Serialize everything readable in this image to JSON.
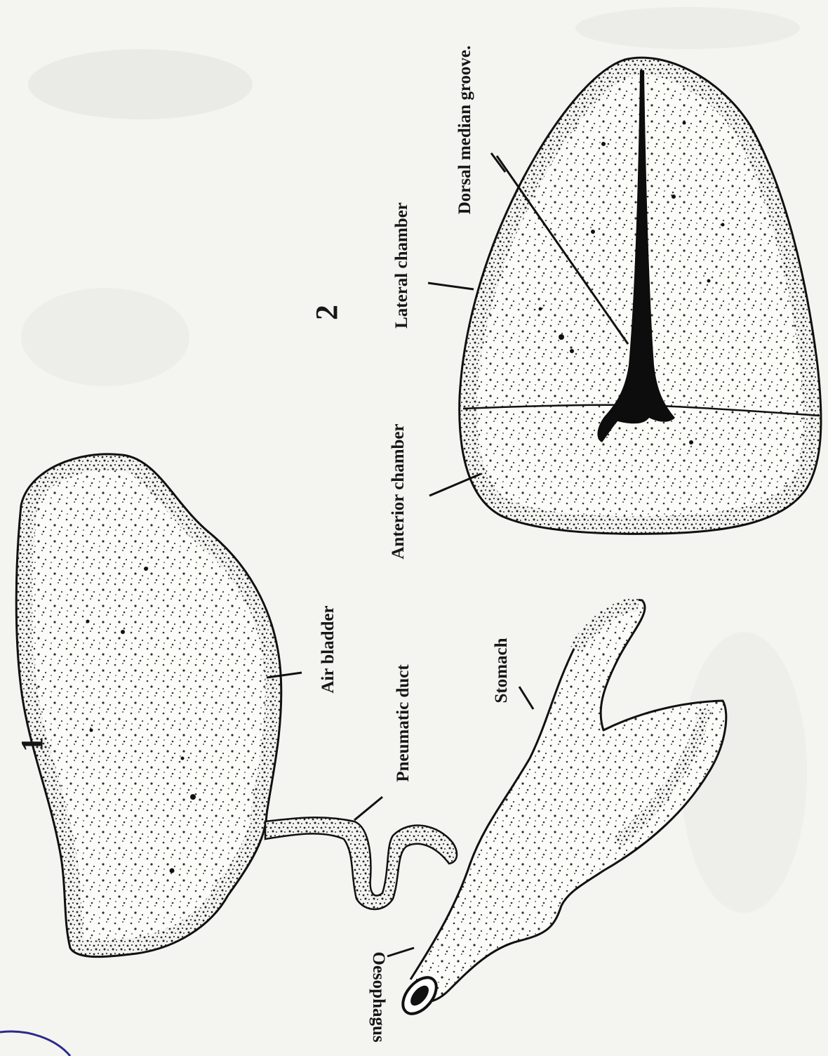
{
  "figures": [
    {
      "number": "1",
      "labels": {
        "air_bladder": "Air bladder",
        "pneumatic_duct": "Pneumatic duct",
        "stomach": "Stomach",
        "oesophagus": "Oesophagus"
      }
    },
    {
      "number": "2",
      "labels": {
        "anterior_chamber": "Anterior chamber",
        "lateral_chamber": "Lateral chamber",
        "dorsal_median_groove": "Dorsal median groove."
      }
    }
  ]
}
